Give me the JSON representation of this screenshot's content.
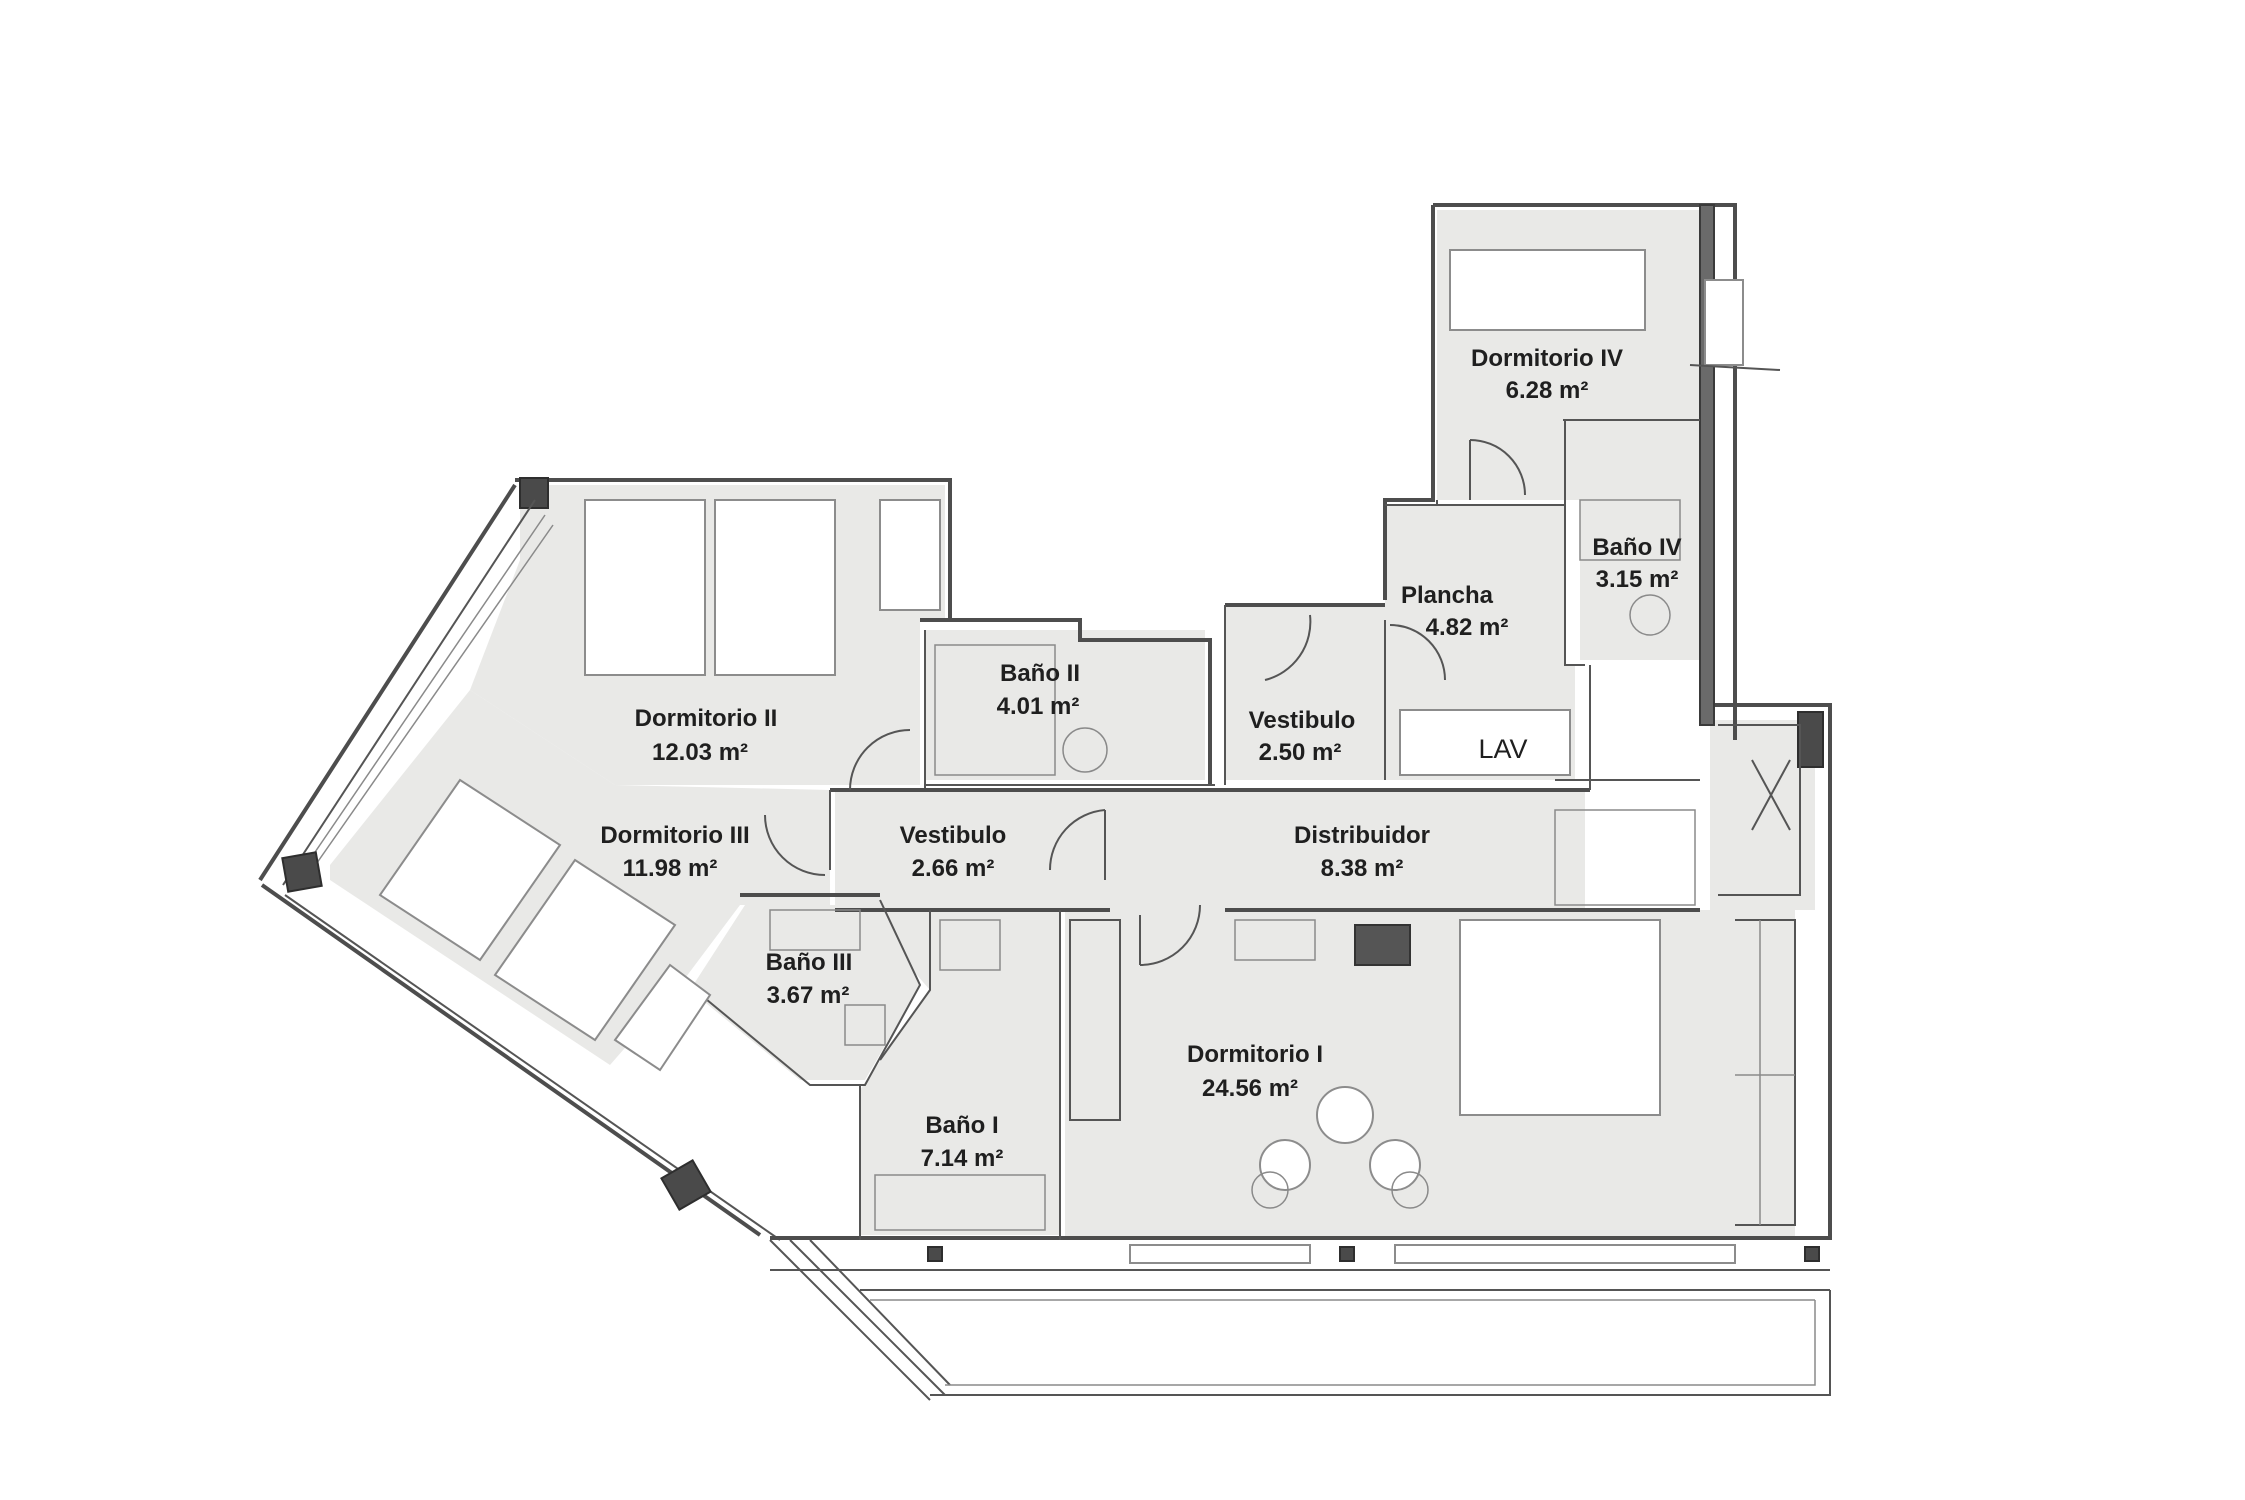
{
  "rooms": [
    {
      "id": "dormitorio-iv",
      "name": "Dormitorio IV",
      "area": "6.28 m²"
    },
    {
      "id": "bano-iv",
      "name": "Baño IV",
      "area": "3.15 m²"
    },
    {
      "id": "plancha",
      "name": "Plancha",
      "area": "4.82 m²"
    },
    {
      "id": "lav",
      "name": "LAV",
      "area": ""
    },
    {
      "id": "dormitorio-ii",
      "name": "Dormitorio II",
      "area": "12.03 m²"
    },
    {
      "id": "bano-ii",
      "name": "Baño II",
      "area": "4.01 m²"
    },
    {
      "id": "vestibulo-2",
      "name": "Vestibulo",
      "area": "2.50 m²"
    },
    {
      "id": "dormitorio-iii",
      "name": "Dormitorio III",
      "area": "11.98 m²"
    },
    {
      "id": "vestibulo-1",
      "name": "Vestibulo",
      "area": "2.66 m²"
    },
    {
      "id": "distribuidor",
      "name": "Distribuidor",
      "area": "8.38 m²"
    },
    {
      "id": "bano-iii",
      "name": "Baño III",
      "area": "3.67 m²"
    },
    {
      "id": "dormitorio-i",
      "name": "Dormitorio I",
      "area": "24.56 m²"
    },
    {
      "id": "bano-i",
      "name": "Baño I",
      "area": "7.14 m²"
    }
  ]
}
